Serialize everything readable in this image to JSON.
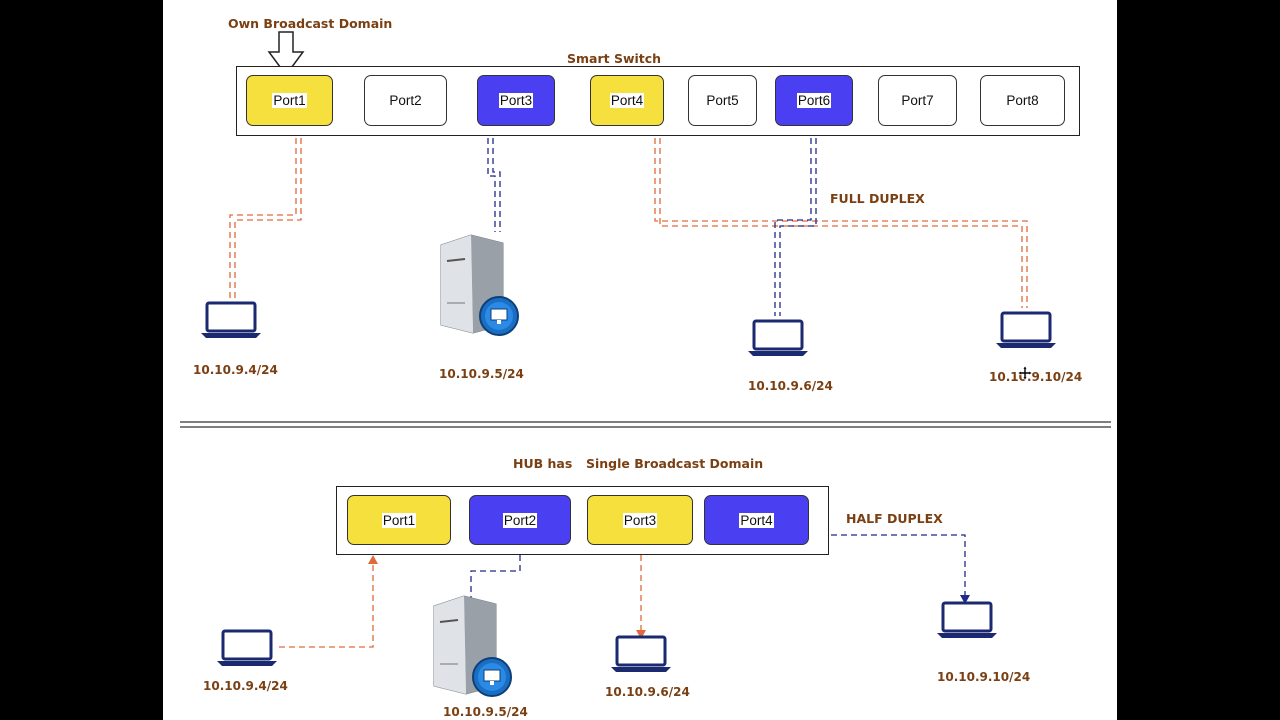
{
  "top": {
    "annotation": "Own Broadcast Domain",
    "switch_title": "Smart Switch",
    "ports": [
      "Port1",
      "Port2",
      "Port3",
      "Port4",
      "Port5",
      "Port6",
      "Port7",
      "Port8"
    ],
    "duplex_label": "FULL DUPLEX",
    "hosts": [
      "10.10.9.4/24",
      "10.10.9.5/24",
      "10.10.9.6/24",
      "10.10.9.10/24"
    ]
  },
  "bottom": {
    "title_part1": "HUB has",
    "title_part2": "Single Broadcast Domain",
    "ports": [
      "Port1",
      "Port2",
      "Port3",
      "Port4"
    ],
    "duplex_label": "HALF DUPLEX",
    "hosts": [
      "10.10.9.4/24",
      "10.10.9.5/24",
      "10.10.9.6/24",
      "10.10.9.10/24"
    ]
  },
  "colors": {
    "yellow": "#f6e03e",
    "blue": "#4b3ff2",
    "orange_link": "#e06a3a",
    "blue_link": "#1f2a8a",
    "label": "#7a3f12"
  }
}
